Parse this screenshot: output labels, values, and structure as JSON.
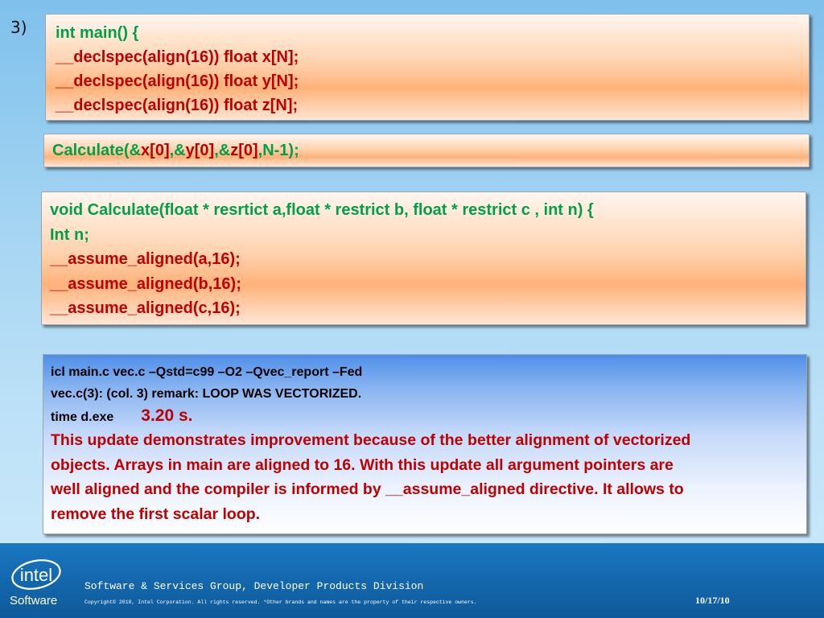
{
  "slide_number": "3)",
  "box1": {
    "lines": [
      "int main() {",
      "__declspec(align(16)) float x[N];",
      "__declspec(align(16)) float y[N];",
      "__declspec(align(16)) float z[N];"
    ]
  },
  "box2": {
    "parts": [
      "Calculate(&",
      "x[0]",
      ",&",
      "y[0]",
      ",&",
      "z[0]",
      ",N-1);"
    ]
  },
  "box3": {
    "lines": [
      "void Calculate(float * resrtict a,float * restrict b, float * restrict c , int n) {",
      "Int n;",
      "__assume_aligned(a,16);",
      "__assume_aligned(b,16);",
      "__assume_aligned(c,16);"
    ]
  },
  "box4": {
    "command": "icl  main.c vec.c –Qstd=c99 –O2 –Qvec_report –Fed",
    "remark": "vec.c(3): (col. 3) remark: LOOP WAS VECTORIZED.",
    "time_label": "time d.exe",
    "time_value": "3.20 s.",
    "explanation_lines": [
      "This update demonstrates improvement because of the better alignment of vectorized",
      "objects. Arrays in main are aligned to 16. With this update all argument pointers are",
      "well aligned and the compiler is informed by __assume_aligned directive. It allows to",
      "remove the first scalar loop."
    ]
  },
  "footer": {
    "logo_text": "intel",
    "brand": "Software",
    "division": "Software & Services Group, Developer Products Division",
    "copyright": "Copyright© 2010, Intel Corporation. All rights reserved. *Other brands and names are the property of their respective owners.",
    "date": "10/17/10"
  },
  "colors": {
    "green_text": "#00a04a",
    "red_text": "#c00000",
    "footer_blue": "#1467ad"
  }
}
